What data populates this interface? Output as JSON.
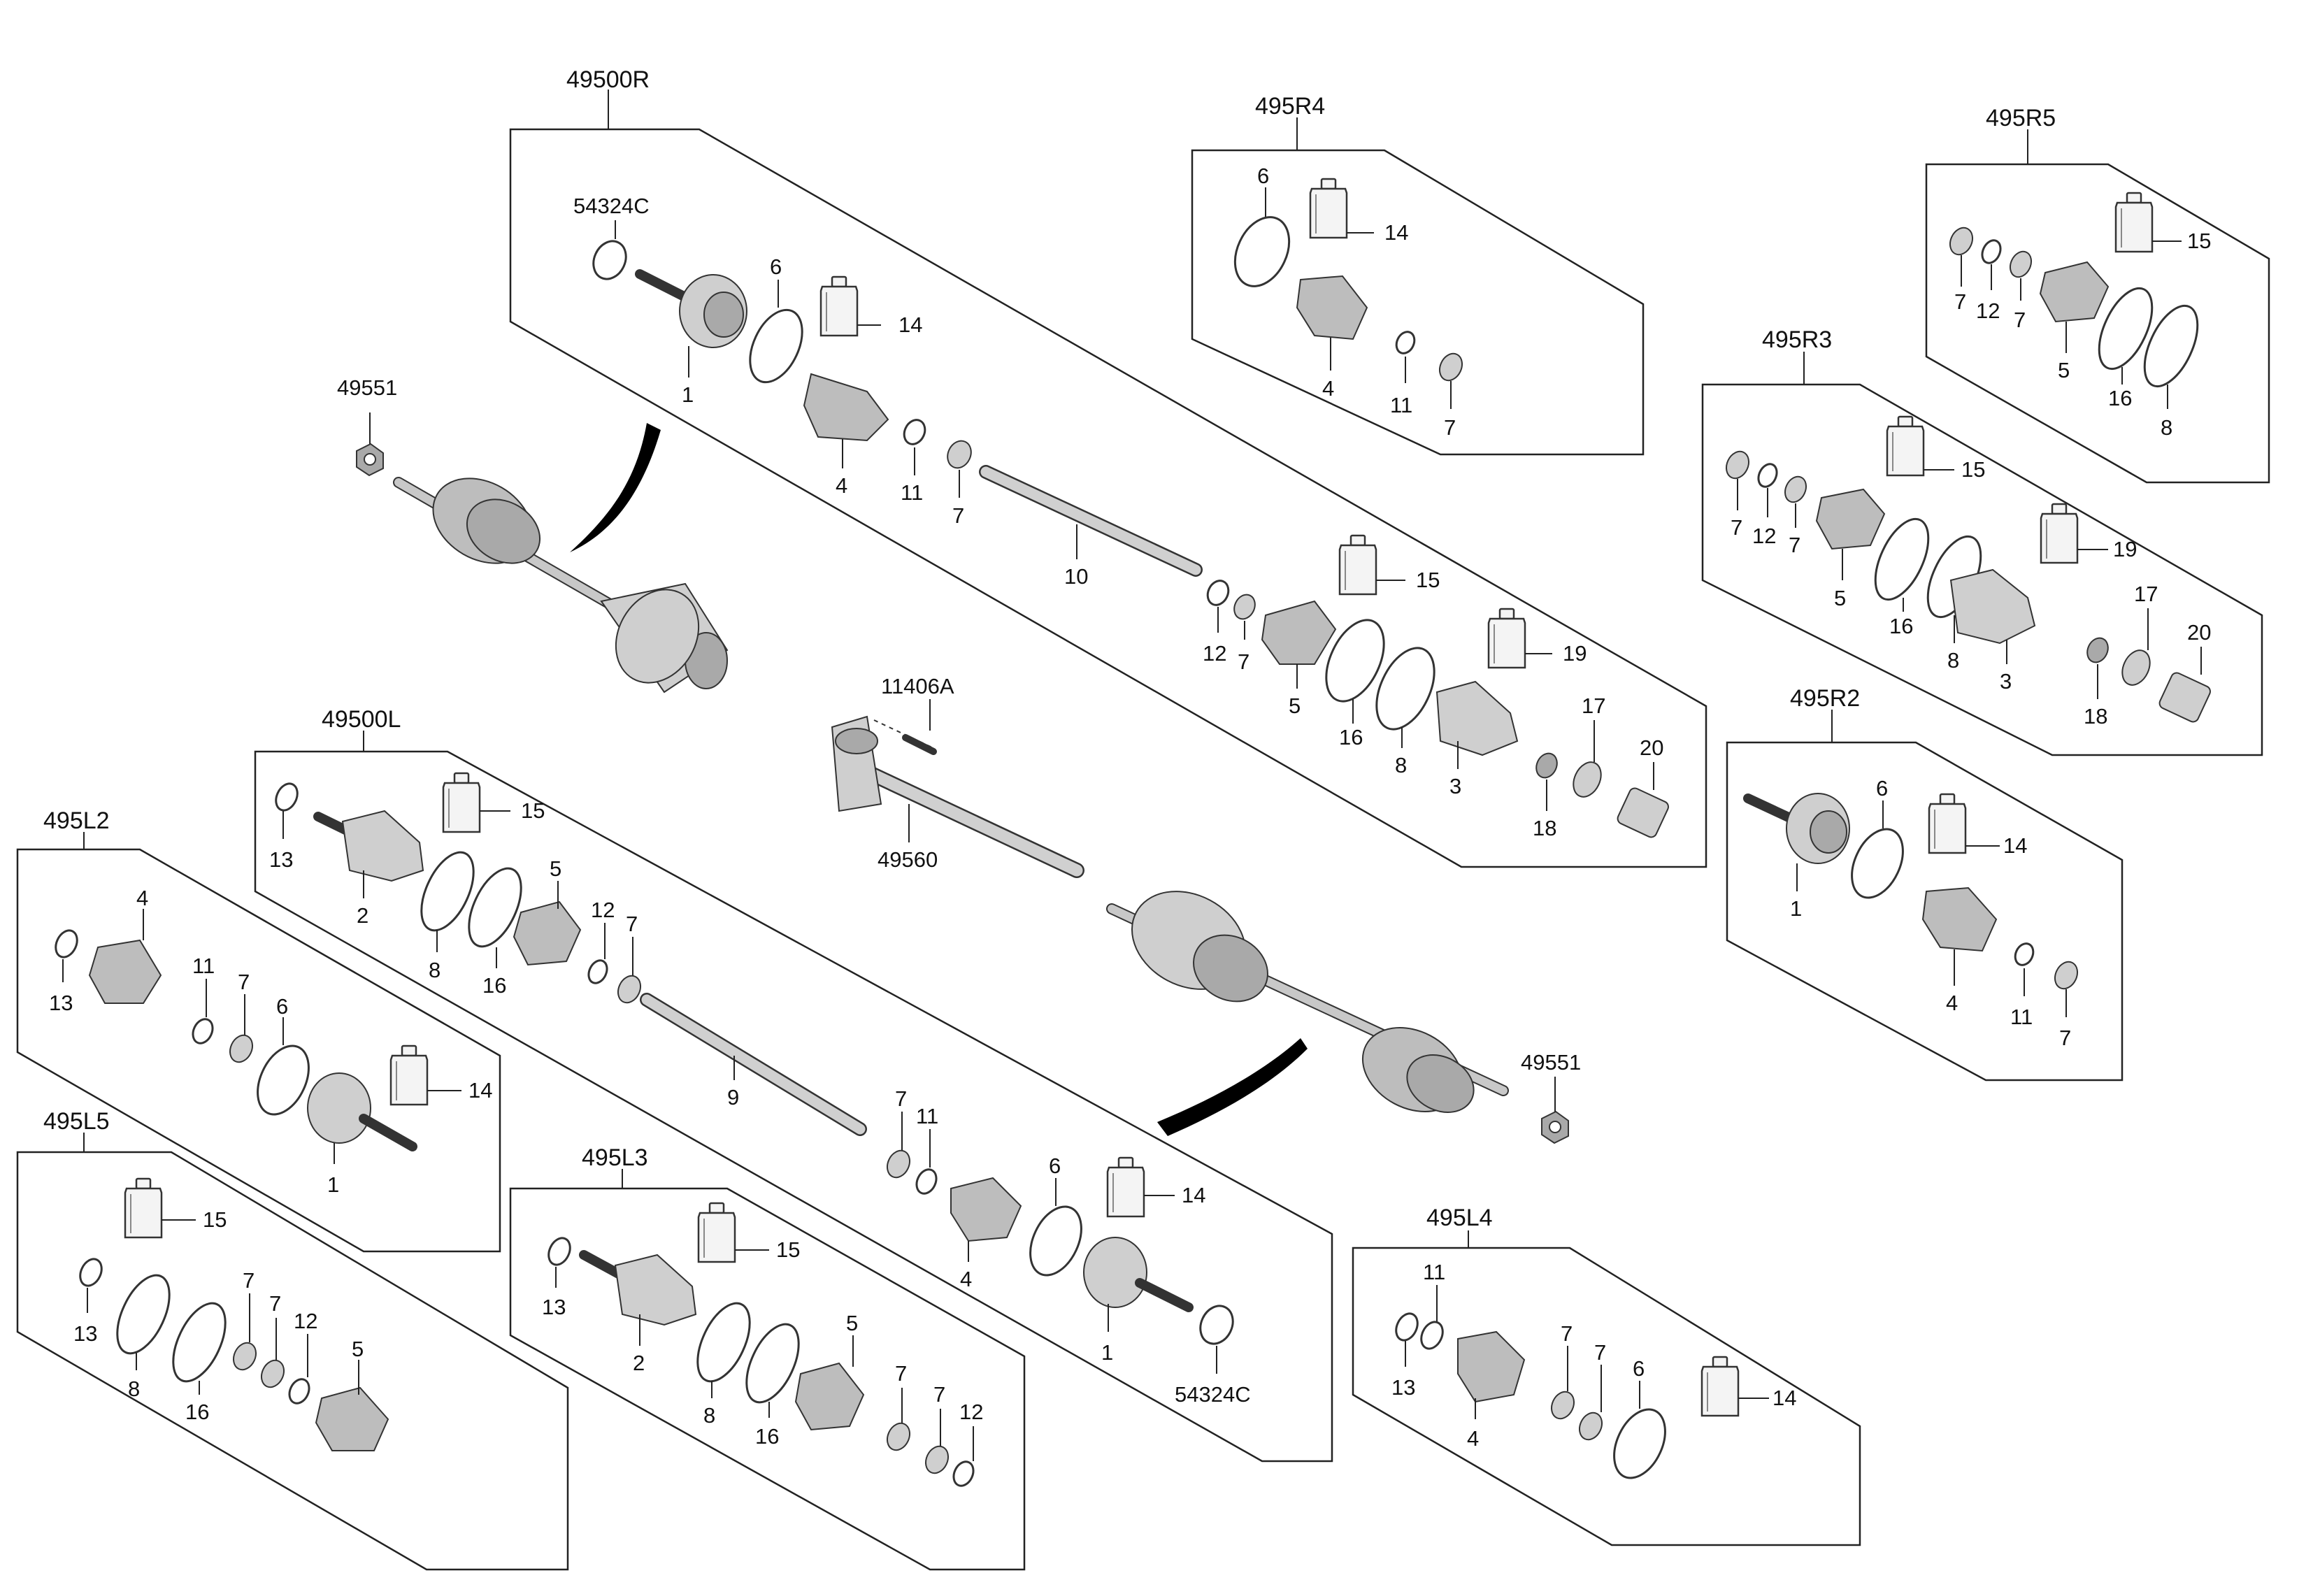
{
  "groups": {
    "r_main": "49500R",
    "r4": "495R4",
    "r5": "495R5",
    "r3": "495R3",
    "r2": "495R2",
    "l_main": "49500L",
    "l2": "495L2",
    "l5": "495L5",
    "l3": "495L3",
    "l4": "495L4"
  },
  "loose_parts": {
    "nut_top": "49551",
    "nut_bottom": "49551",
    "bolt": "11406A",
    "intermediate_shaft": "49560"
  },
  "r_main_parts": [
    "54324C",
    "1",
    "6",
    "14",
    "4",
    "11",
    "7",
    "10",
    "12",
    "7",
    "5",
    "15",
    "16",
    "8",
    "19",
    "3",
    "17",
    "18",
    "20"
  ],
  "r4_parts": [
    "6",
    "14",
    "4",
    "11",
    "7"
  ],
  "r5_parts": [
    "7",
    "12",
    "7",
    "5",
    "15",
    "16",
    "8"
  ],
  "r3_parts": [
    "7",
    "12",
    "7",
    "5",
    "15",
    "16",
    "8",
    "19",
    "3",
    "17",
    "18",
    "20"
  ],
  "r2_parts": [
    "1",
    "6",
    "14",
    "4",
    "11",
    "7"
  ],
  "l_main_parts": [
    "13",
    "2",
    "15",
    "8",
    "16",
    "5",
    "12",
    "7",
    "9",
    "7",
    "11",
    "4",
    "6",
    "14",
    "1",
    "54324C"
  ],
  "l2_parts": [
    "4",
    "13",
    "11",
    "7",
    "6",
    "14",
    "1"
  ],
  "l5_parts": [
    "15",
    "13",
    "8",
    "16",
    "7",
    "7",
    "12",
    "5"
  ],
  "l3_parts": [
    "13",
    "15",
    "2",
    "8",
    "16",
    "5",
    "7",
    "7",
    "12"
  ],
  "l4_parts": [
    "11",
    "13",
    "7",
    "7",
    "6",
    "14",
    "4"
  ]
}
